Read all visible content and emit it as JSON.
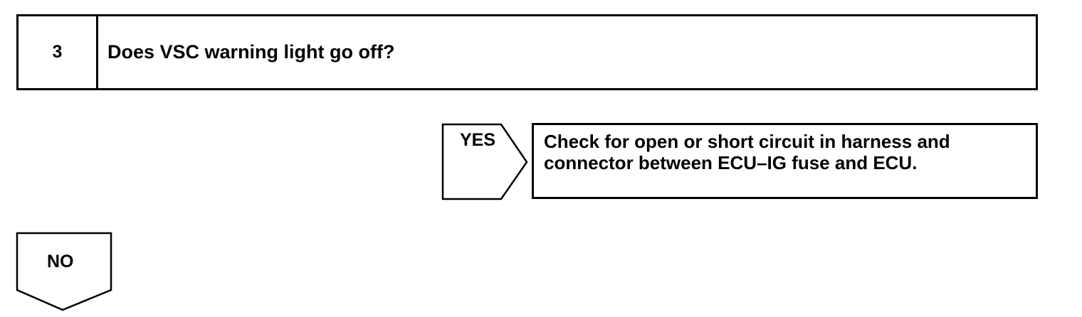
{
  "step": {
    "number": "3",
    "question": "Does VSC warning light go off?"
  },
  "yes_branch": {
    "label": "YES",
    "result_lines": [
      "Check for open or short circuit in harness and",
      "connector between ECU–IG fuse and ECU."
    ]
  },
  "no_branch": {
    "label": "NO"
  }
}
